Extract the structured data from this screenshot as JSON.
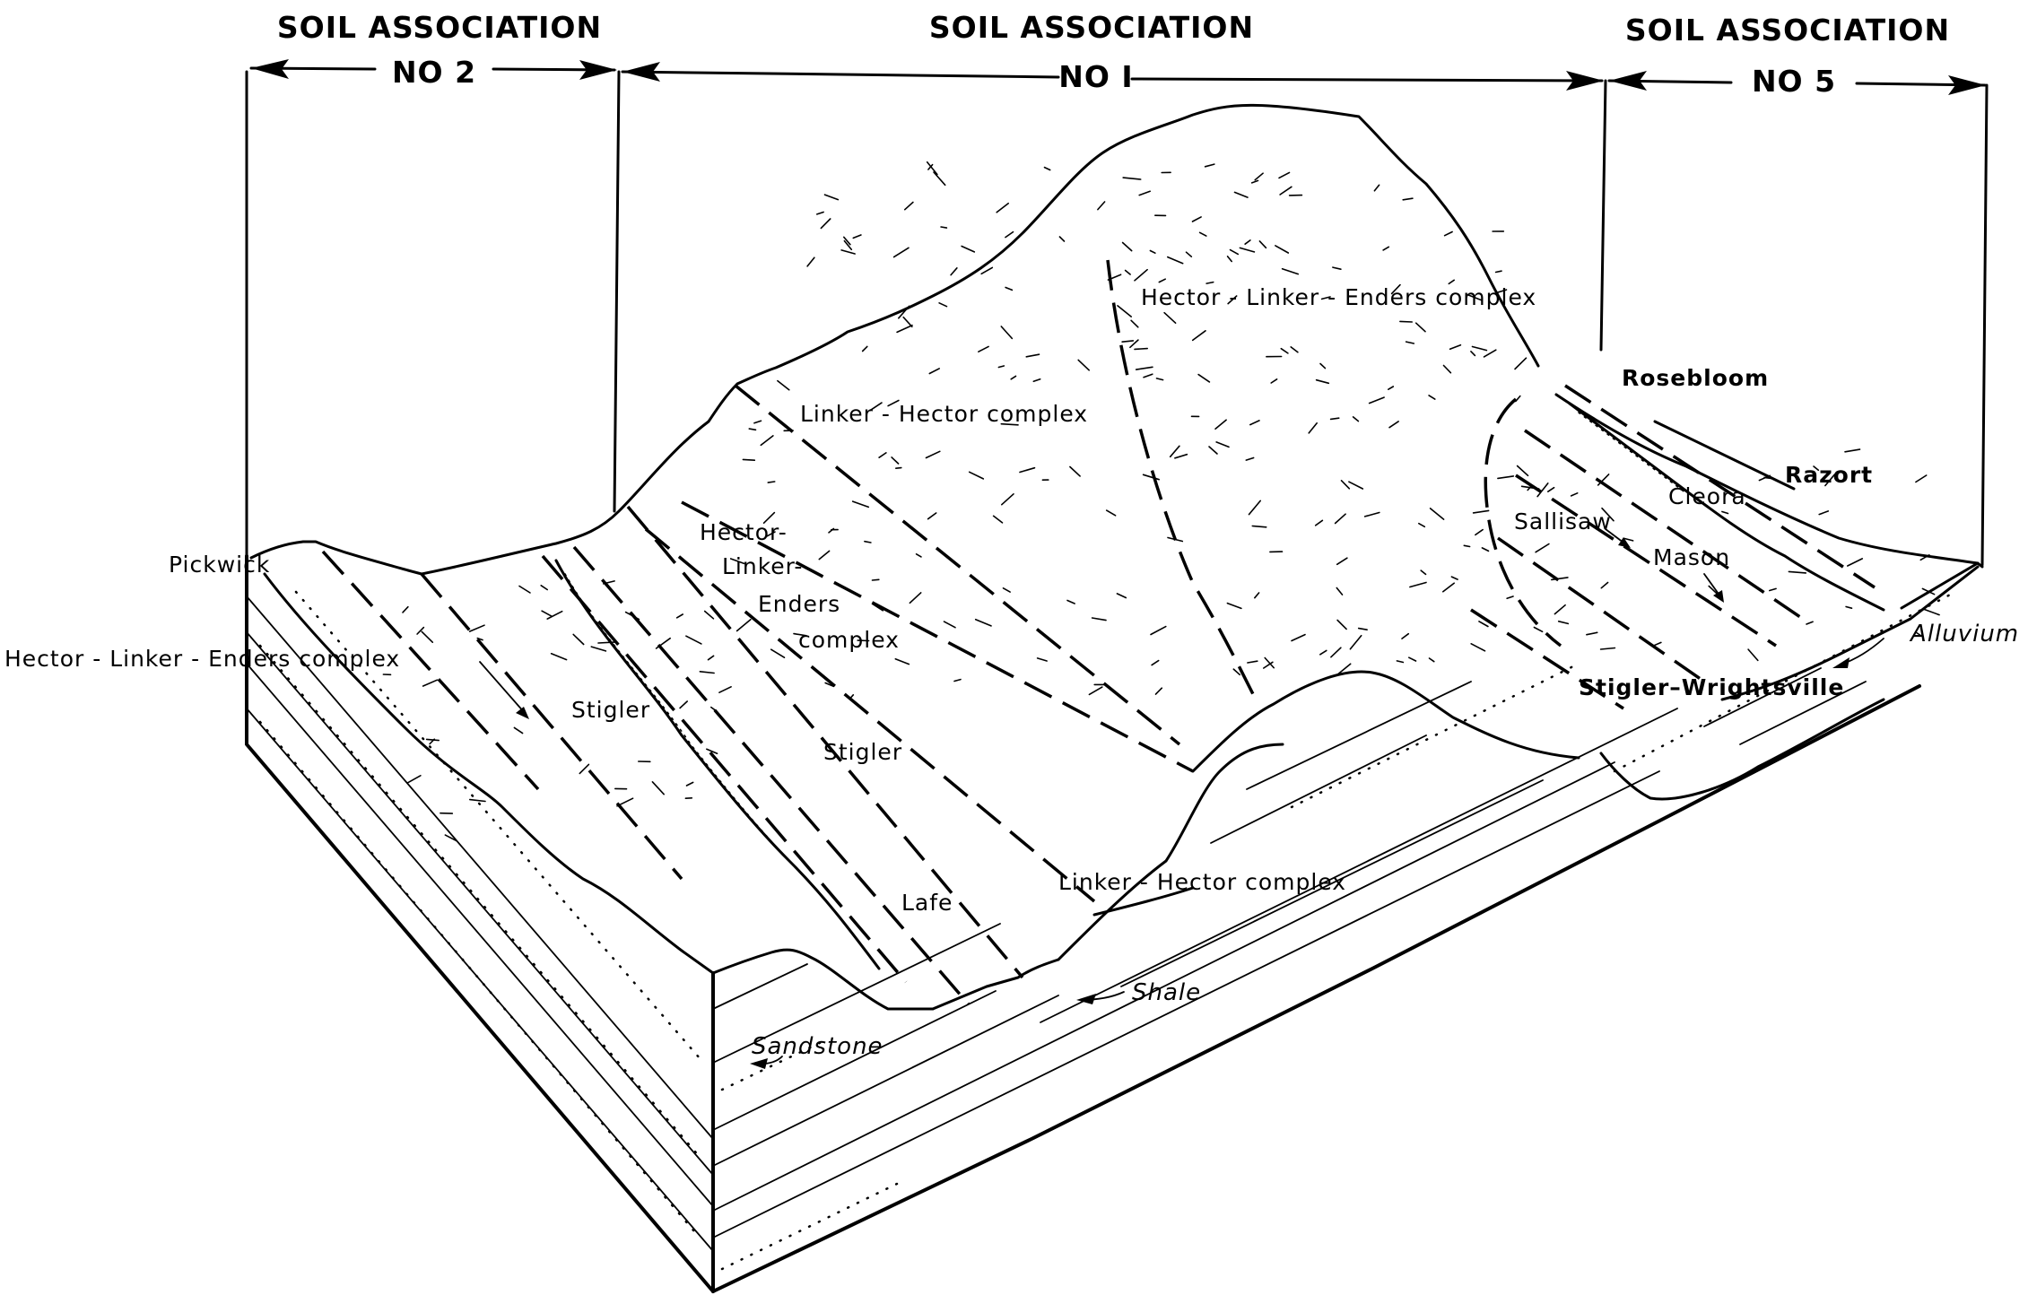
{
  "figure": {
    "type": "block-diagram",
    "subject": "Soil associations and underlying parent material"
  },
  "associations": [
    {
      "id": "no2",
      "title": "SOIL ASSOCIATION",
      "number": "NO 2"
    },
    {
      "id": "no1",
      "title": "SOIL ASSOCIATION",
      "number": "NO I"
    },
    {
      "id": "no5",
      "title": "SOIL ASSOCIATION",
      "number": "NO 5"
    }
  ],
  "soil_labels": {
    "pickwick": "Pickwick",
    "hle_left": "Hector - Linker - Enders complex",
    "stigler_left": "Stigler",
    "hle_mid_1": "Hector-",
    "hle_mid_2": "Linker-",
    "hle_mid_3": "Enders",
    "hle_mid_4": "complex",
    "stigler_mid": "Stigler",
    "lafe": "Lafe",
    "lh_top": "Linker - Hector complex",
    "lh_bottom": "Linker - Hector complex",
    "hle_top": "Hector - Linker - Enders complex",
    "rosebloom": "Rosebloom",
    "razort": "Razort",
    "cleora": "Cleora",
    "sallisaw": "Sallisaw",
    "mason": "Mason",
    "stigler_wrightsville": "Stigler–Wrightsville"
  },
  "geology_labels": {
    "alluvium": "Alluvium",
    "shale": "Shale",
    "sandstone": "Sandstone"
  }
}
